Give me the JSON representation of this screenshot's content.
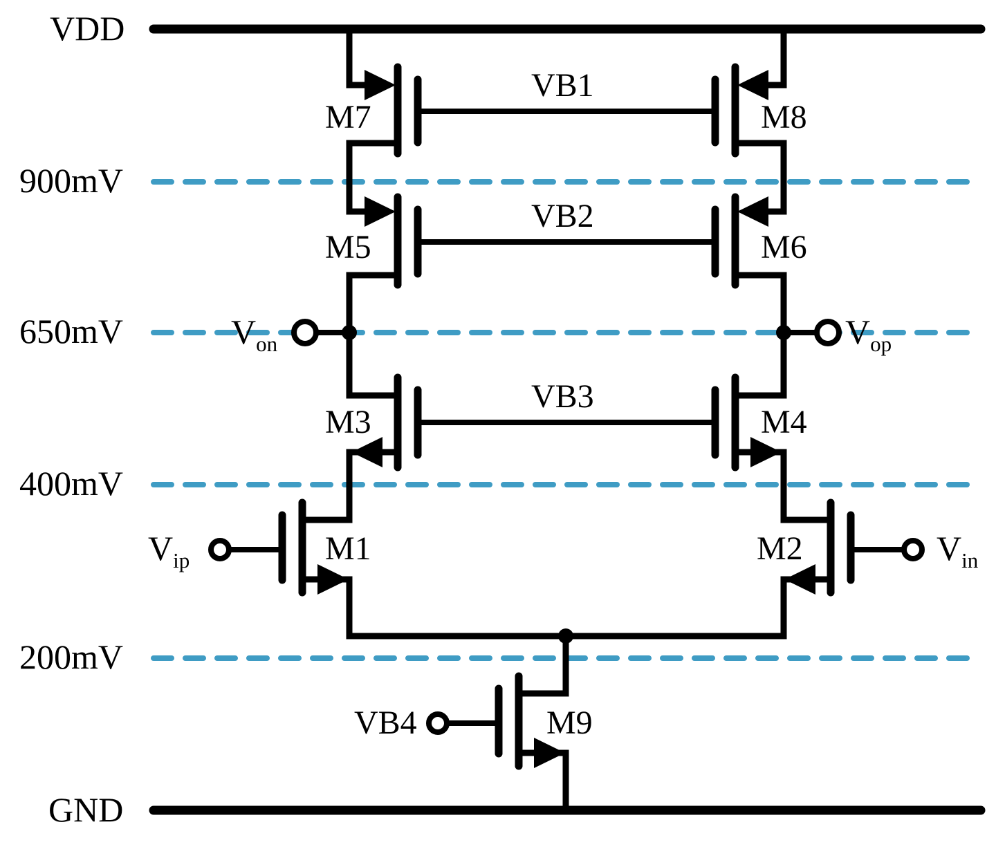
{
  "diagram": {
    "title": "Folded/telescopic cascode differential amplifier schematic",
    "accent_color": "#3f9cc4",
    "wire_color": "#000000"
  },
  "rails": [
    {
      "name": "vdd",
      "label": "VDD"
    },
    {
      "name": "gnd",
      "label": "GND"
    }
  ],
  "voltage_levels": [
    {
      "name": "level-900",
      "label": "900mV",
      "value": 900,
      "unit": "mV"
    },
    {
      "name": "level-650",
      "label": "650mV",
      "value": 650,
      "unit": "mV"
    },
    {
      "name": "level-400",
      "label": "400mV",
      "value": 400,
      "unit": "mV"
    },
    {
      "name": "level-200",
      "label": "200mV",
      "value": 200,
      "unit": "mV"
    }
  ],
  "transistors": [
    {
      "name": "M7",
      "label": "M7",
      "type": "pmos"
    },
    {
      "name": "M8",
      "label": "M8",
      "type": "pmos"
    },
    {
      "name": "M5",
      "label": "M5",
      "type": "pmos"
    },
    {
      "name": "M6",
      "label": "M6",
      "type": "pmos"
    },
    {
      "name": "M3",
      "label": "M3",
      "type": "nmos"
    },
    {
      "name": "M4",
      "label": "M4",
      "type": "nmos"
    },
    {
      "name": "M1",
      "label": "M1",
      "type": "nmos"
    },
    {
      "name": "M2",
      "label": "M2",
      "type": "nmos"
    },
    {
      "name": "M9",
      "label": "M9",
      "type": "nmos"
    }
  ],
  "bias_nets": [
    {
      "name": "VB1",
      "label": "VB1"
    },
    {
      "name": "VB2",
      "label": "VB2"
    },
    {
      "name": "VB3",
      "label": "VB3"
    },
    {
      "name": "VB4",
      "label": "VB4"
    }
  ],
  "ports": [
    {
      "name": "Vip",
      "base": "V",
      "sub": "ip"
    },
    {
      "name": "Vin",
      "base": "V",
      "sub": "in"
    },
    {
      "name": "Von",
      "base": "V",
      "sub": "on"
    },
    {
      "name": "Vop",
      "base": "V",
      "sub": "op"
    },
    {
      "name": "VB4",
      "base": "VB4",
      "sub": ""
    }
  ]
}
